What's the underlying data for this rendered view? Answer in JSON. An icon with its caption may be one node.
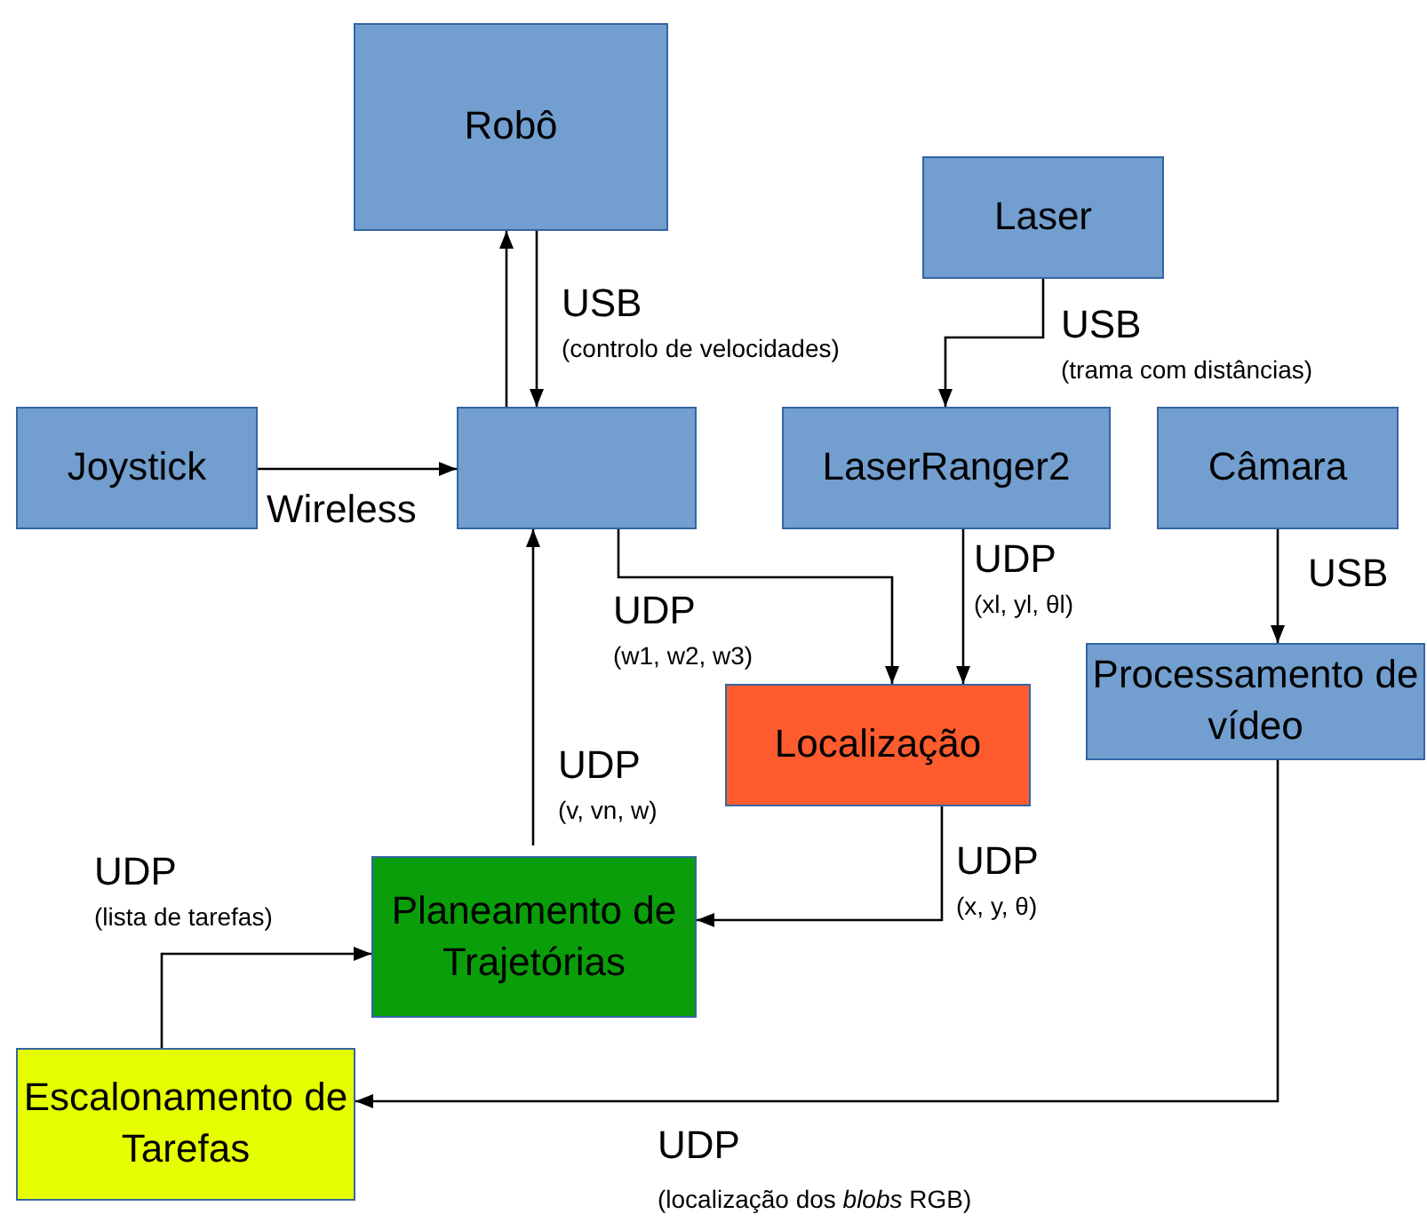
{
  "diagram": {
    "nodes": [
      {
        "text": [
          "Robô"
        ]
      },
      {
        "text": [
          "Laser"
        ]
      },
      {
        "text": [
          "Joystick"
        ]
      },
      {
        "text": [],
        "shape": "box"
      },
      {
        "text": [
          "LaserRanger2"
        ]
      },
      {
        "text": [
          "Câmara"
        ]
      },
      {
        "text": [
          "Localização"
        ]
      },
      {
        "text": [
          "Processamento de vídeo"
        ]
      },
      {
        "text": [
          "Planeamento de Trajetórias"
        ]
      },
      {
        "text": [
          "Escalonamento de Tarefas"
        ]
      }
    ],
    "edges": [
      {
        "from": 3,
        "to": 0,
        "arrow": "to"
      },
      {
        "from": 0,
        "to": 3,
        "arrow": "to",
        "label": "USB"
      },
      {
        "from": 1,
        "to": 4,
        "arrow": "to",
        "label": "USB"
      },
      {
        "from": 2,
        "to": 3,
        "arrow": "to",
        "label": "Wireless"
      },
      {
        "from": 5,
        "to": 7,
        "arrow": "to",
        "label": "USB"
      },
      {
        "from": 3,
        "to": 6,
        "arrow": "to",
        "label": "UDP"
      },
      {
        "from": 4,
        "to": 6,
        "arrow": "to",
        "label": "UDP"
      },
      {
        "from": 8,
        "to": 3,
        "arrow": "to",
        "label": "UDP"
      },
      {
        "from": 6,
        "to": 8,
        "arrow": "to",
        "label": "UDP"
      },
      {
        "from": 9,
        "to": 8,
        "arrow": "to",
        "label": "UDP"
      },
      {
        "from": 7,
        "to": 9,
        "arrow": "to",
        "label": "UDP"
      }
    ],
    "labels": [
      "(controlo de velocidades)",
      "(trama com distâncias)",
      "(w1, w2, w3)",
      "(xl, yl, θl)",
      "(v, vn, w)",
      "(x, y, θ)",
      "(lista de tarefas)",
      "(localização dos *blobs* RGB)"
    ]
  }
}
